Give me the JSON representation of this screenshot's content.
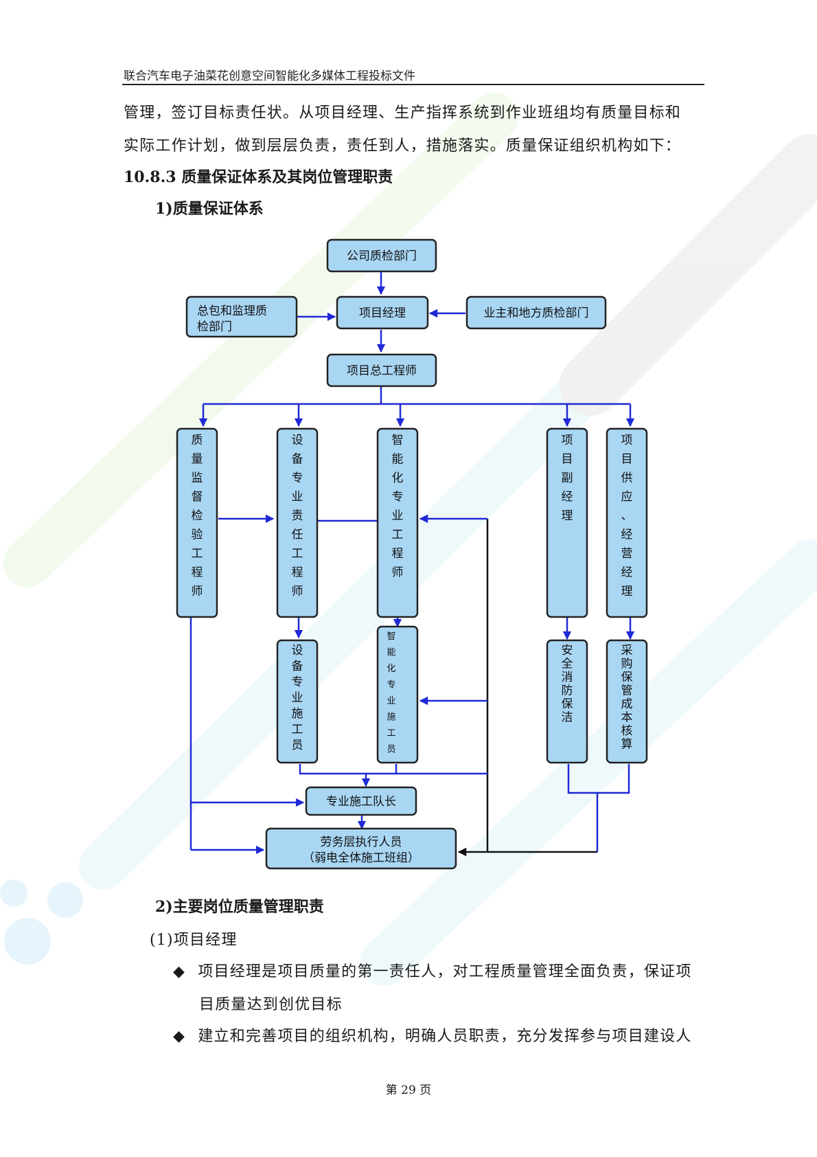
{
  "header": {
    "title": "联合汽车电子油菜花创意空间智能化多媒体工程投标文件"
  },
  "intro": {
    "line1": "管理，签订目标责任状。从项目经理、生产指挥系统到作业班组均有质量目标和",
    "line2": "实际工作计划，做到层层负责，责任到人，措施落实。质量保证组织机构如下："
  },
  "section": {
    "number": "10.8.3",
    "title": "质量保证体系及其岗位管理职责",
    "sub1": "1)质量保证体系",
    "sub2": "2)主要岗位质量管理职责",
    "item1": "(1)项目经理"
  },
  "org_chart": {
    "company_qc": "公司质检部门",
    "gc_supervision_l1": "总包和监理质",
    "gc_supervision_l2": "检部门",
    "project_manager": "项目经理",
    "owner_qc": "业主和地方质检部门",
    "chief_engineer": "项目总工程师",
    "quality_engineer": "质量监督检验工程师",
    "equipment_engineer": "设备专业责任工程师",
    "intelligent_engineer": "智能化专业工程师",
    "deputy_manager": "项目副经理",
    "supply_manager": "项目供应、经营经理",
    "equipment_worker": "设备专业施工员",
    "intelligent_worker": "智能化专业施工员",
    "safety": "安全消防保洁",
    "procurement": "采购保管成本核算",
    "team_leader": "专业施工队长",
    "labor_l1": "劳务层执行人员",
    "labor_l2": "（弱电全体施工班组）"
  },
  "bullets": [
    {
      "line1": "项目经理是项目质量的第一责任人，对工程质量管理全面负责，保证项",
      "line2": "目质量达到创优目标"
    },
    {
      "line1": "建立和完善项目的组织机构，明确人员职责，充分发挥参与项目建设人"
    }
  ],
  "footer": {
    "page": "第 29 页"
  },
  "colors": {
    "node_fill": "#a9d6f3",
    "arrow_blue": "#1f29d6",
    "node_stroke": "#222222"
  }
}
